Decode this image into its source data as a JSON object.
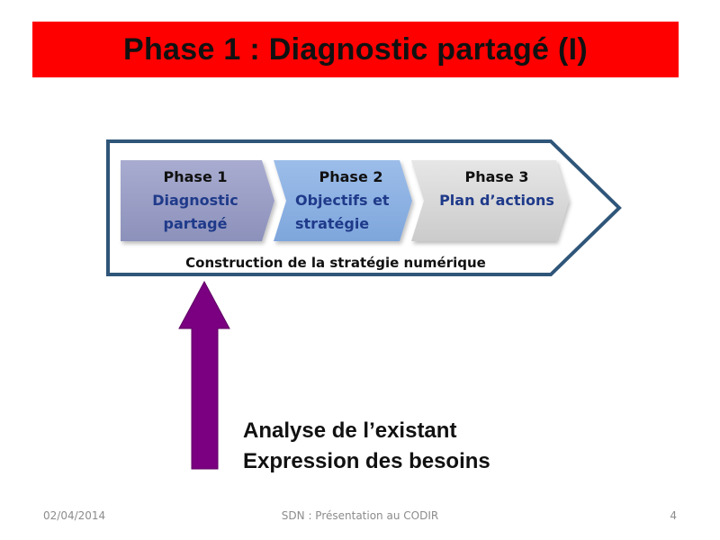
{
  "title": "Phase 1 : Diagnostic partagé (I)",
  "phases": [
    {
      "heading": "Phase 1",
      "line1": "Diagnostic",
      "line2": "partagé"
    },
    {
      "heading": "Phase 2",
      "line1": "Objectifs et",
      "line2": "stratégie"
    },
    {
      "heading": "Phase 3",
      "line1": "Plan d’actions",
      "line2": ""
    }
  ],
  "construction_label": "Construction de la stratégie numérique",
  "analysis": {
    "line1": "Analyse de l’existant",
    "line2": "Expression des besoins"
  },
  "footer": {
    "date": "02/04/2014",
    "center": "SDN : Présentation au CODIR",
    "page": "4"
  },
  "colors": {
    "title_bg": "#ff0000",
    "frame": "#2f5679",
    "phase1": "#9a9ec4",
    "phase2": "#8db2e2",
    "phase3": "#d6d6d6",
    "arrow": "#7b0081",
    "phase_text": "#1f3a8a"
  }
}
